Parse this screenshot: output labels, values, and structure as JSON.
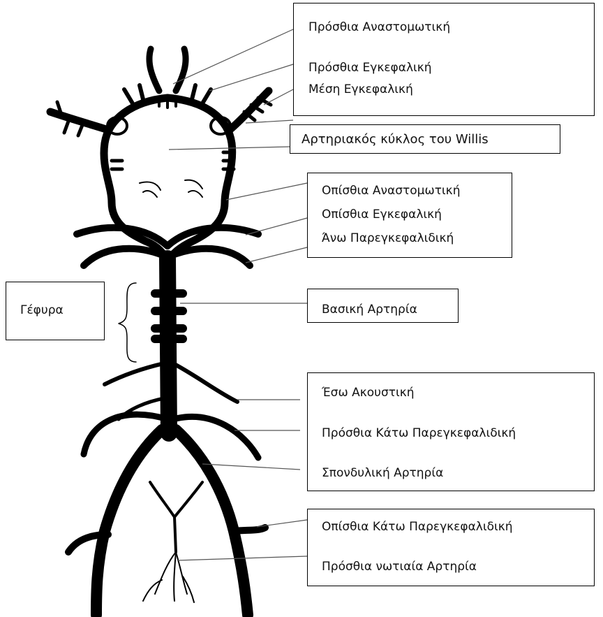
{
  "labels": {
    "anterior_communicating": "Πρόσθια Αναστομωτική",
    "anterior_cerebral": "Πρόσθια Εγκεφαλική",
    "middle_cerebral": "Μέση Εγκεφαλική",
    "circle_of_willis": "Αρτηριακός κύκλος του Willis",
    "posterior_communicating": "Οπίσθια Αναστομωτική",
    "posterior_cerebral": "Οπίσθια Εγκεφαλική",
    "superior_cerebellar": "Άνω  Παρεγκεφαλιδική",
    "pons": "Γέφυρα",
    "basilar": "Βασική Αρτηρία",
    "internal_auditory": "Έσω Ακουστική",
    "anterior_inferior_cerebellar": "Πρόσθια Κάτω Παρεγκεφαλιδική",
    "vertebral": "Σπονδυλική Αρτηρία",
    "posterior_inferior_cerebellar": "Οπίσθια Κάτω Παρεγκεφαλιδική",
    "anterior_spinal": "Πρόσθια νωτιαία Αρτηρία"
  },
  "colors": {
    "ink": "#000000",
    "box_border": "#000000",
    "text": "#111111"
  }
}
